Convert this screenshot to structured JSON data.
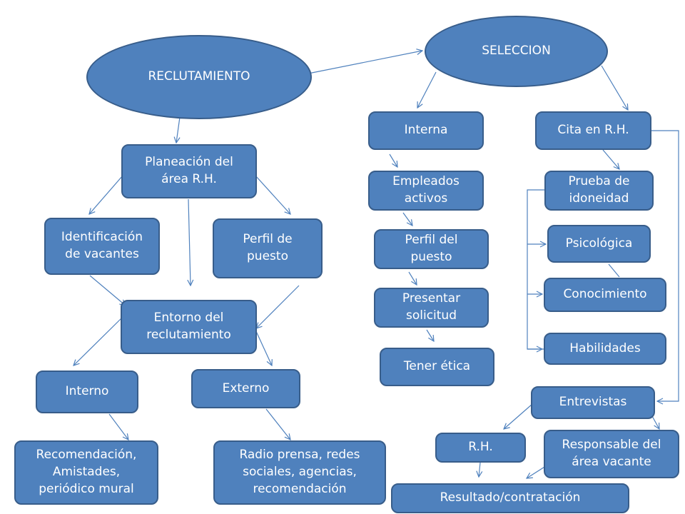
{
  "colors": {
    "node_fill": "#4f81bd",
    "node_border": "#385d8a",
    "connector": "#4f81bd",
    "text": "#ffffff"
  },
  "nodes": {
    "reclutamiento": "RECLUTAMIENTO",
    "seleccion": "SELECCION",
    "planeacion": "Planeación del\nárea R.H.",
    "identificacion": "Identificación\nde vacantes",
    "perfil_puesto": "Perfil de\npuesto",
    "entorno": "Entorno del\nreclutamiento",
    "interno": "Interno",
    "externo": "Externo",
    "recomendacion": "Recomendación,\nAmistades,\nperiódico mural",
    "radio": "Radio prensa, redes\nsociales, agencias,\nrecomendación",
    "interna": "Interna",
    "empleados": "Empleados\nactivos",
    "perfil_del_puesto": "Perfil del\npuesto",
    "presentar": "Presentar\nsolicitud",
    "etica": "Tener ética",
    "cita": "Cita en R.H.",
    "prueba": "Prueba de\nidoneidad",
    "psicologica": "Psicológica",
    "conocimiento": "Conocimiento",
    "habilidades": "Habilidades",
    "entrevistas": "Entrevistas",
    "rh": "R.H.",
    "responsable": "Responsable del\nárea vacante",
    "resultado": "Resultado/contratación"
  }
}
